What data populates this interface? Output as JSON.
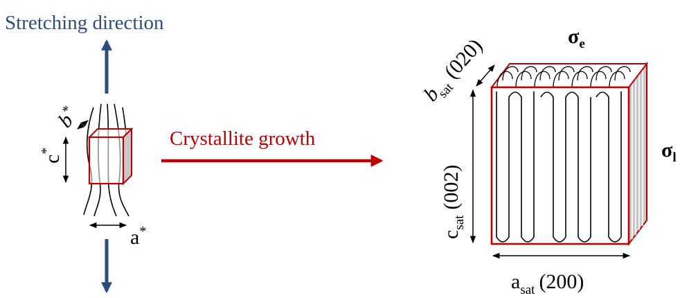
{
  "stretching_label": "Stretching direction",
  "growth_label": "Crystallite growth",
  "left_labels": {
    "b": "b",
    "c": "c",
    "a": "a",
    "star": "*"
  },
  "right_labels": {
    "b": "b",
    "b_sub": "sat",
    "b_index": "(020)",
    "c": "c",
    "c_sub": "sat",
    "c_index": "(002)",
    "a": "a",
    "a_sub": "sat",
    "a_index": "(200)",
    "sigma_e": "σ",
    "sigma_e_sub": "e",
    "sigma_l": "σ",
    "sigma_l_sub": "l"
  },
  "colors": {
    "blue": "#2e4d7f",
    "red": "#c00000",
    "black": "#000000",
    "gray": "#c8c8c8"
  }
}
